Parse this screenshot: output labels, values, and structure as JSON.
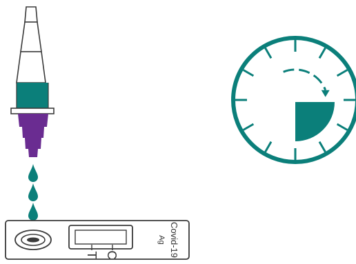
{
  "colors": {
    "teal": "#0b7f7a",
    "purple": "#6a2c91",
    "outline": "#3a3a3a",
    "background": "#ffffff"
  },
  "illustration": {
    "dropper": {
      "icon": "dropper-bottle-icon"
    },
    "drops": {
      "count": 3,
      "icon": "liquid-drop-icon"
    },
    "timer": {
      "icon": "clock-timer-icon",
      "elapsed_fraction": 0.25
    },
    "test_cassette": {
      "icon": "test-cassette-icon",
      "test_line_label": "T",
      "control_line_label": "C",
      "brand_label": "Covid-19",
      "type_label": "Ag"
    }
  }
}
